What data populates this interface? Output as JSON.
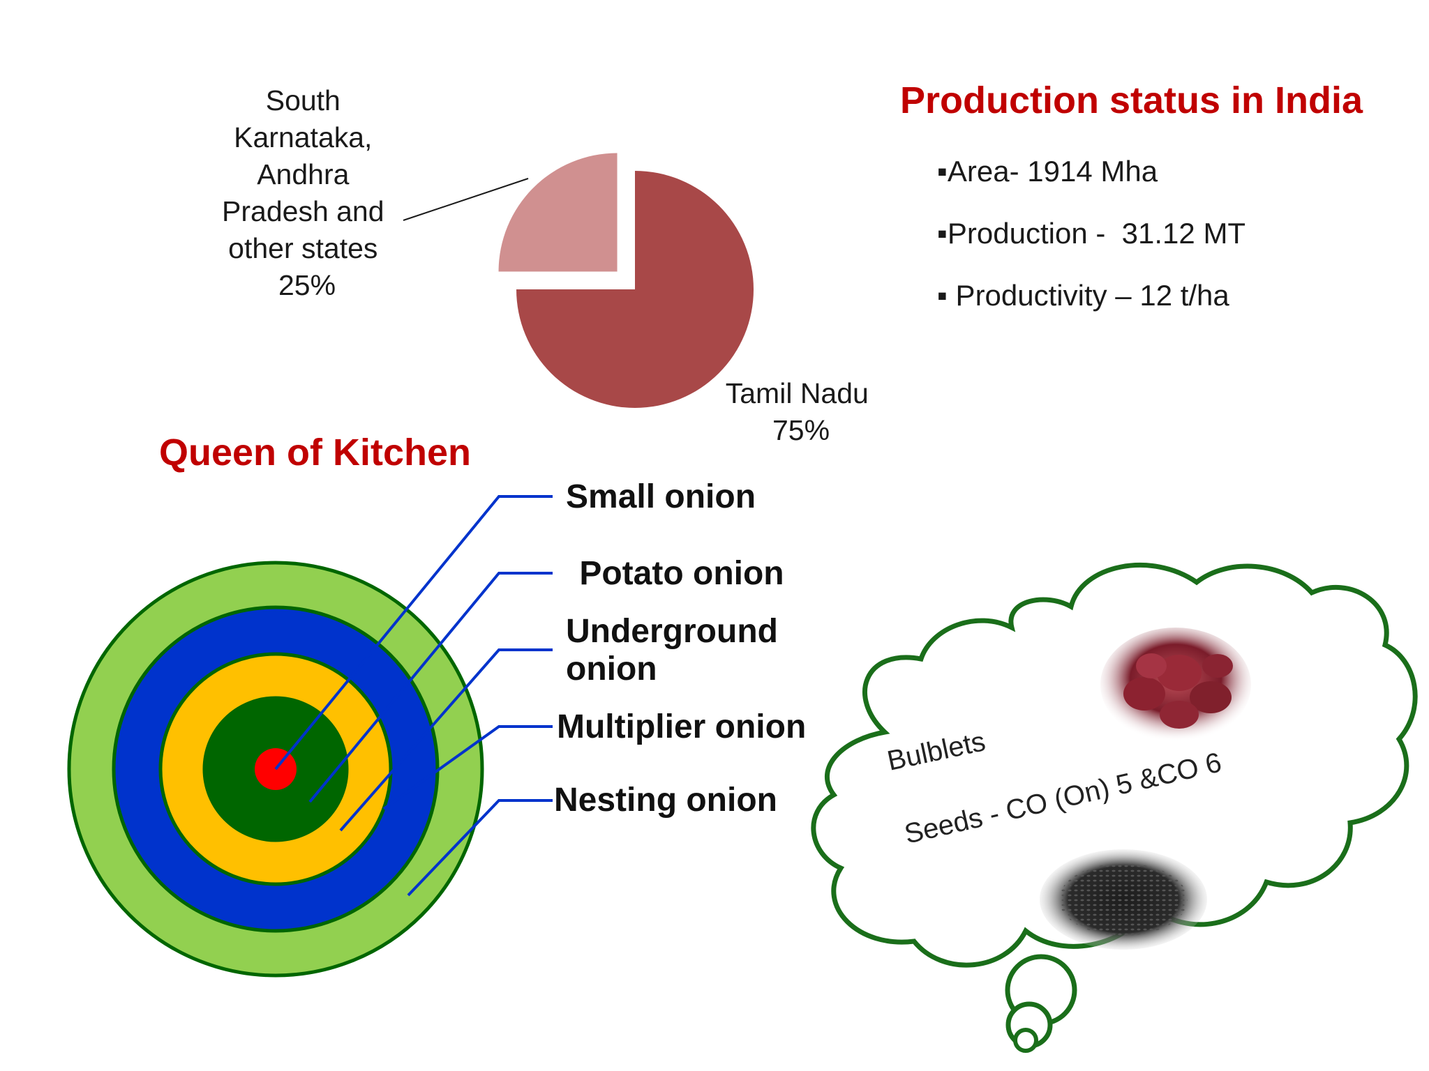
{
  "pie": {
    "chart_data": {
      "type": "pie",
      "slices": [
        {
          "label": "Tamil Nadu",
          "value": 75,
          "value_text": "75%",
          "color": "#a84848",
          "exploded": false
        },
        {
          "label_lines": [
            "South",
            "Karnataka,",
            "Andhra",
            "Pradesh and",
            "other states"
          ],
          "value": 25,
          "value_text": "25%",
          "color": "#d09090",
          "exploded": true
        }
      ]
    }
  },
  "production": {
    "title": "Production status in India",
    "items": [
      {
        "bullet": "▪",
        "text": "Area- 1914 Mha"
      },
      {
        "bullet": "▪",
        "text": "Production -  31.12 MT"
      },
      {
        "bullet": "▪",
        "text": " Productivity – 12 t/ha"
      }
    ]
  },
  "kitchen": {
    "title": "Queen of Kitchen",
    "layers": [
      {
        "label_lines": [
          "Small onion"
        ],
        "color": "#ff0000"
      },
      {
        "label_lines": [
          " Potato onion"
        ],
        "color": "#006600"
      },
      {
        "label_lines": [
          "Underground",
          "onion"
        ],
        "color": "#ffc000"
      },
      {
        "label_lines": [
          "Multiplier onion"
        ],
        "color": "#0033cc"
      },
      {
        "label_lines": [
          "Nesting onion"
        ],
        "color": "#92d050"
      }
    ],
    "ring_border_color": "#006600",
    "leader_color": "#0033cc"
  },
  "cloud": {
    "bulblets_label": "Bulblets",
    "seeds_label": "Seeds - CO (On) 5 &CO 6",
    "outline_color": "#1a6e1a"
  }
}
